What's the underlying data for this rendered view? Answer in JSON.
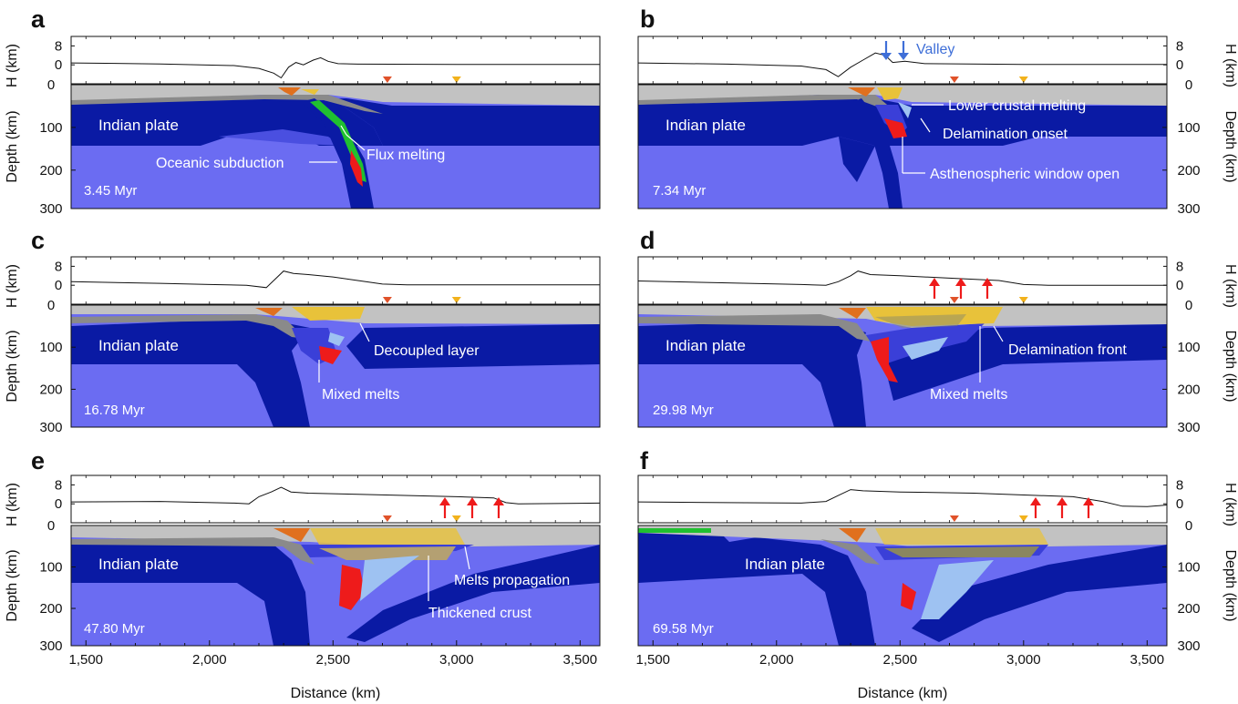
{
  "figure": {
    "x_axis_label": "Distance (km)",
    "x_ticks": [
      "1,500",
      "2,000",
      "2,500",
      "3,000",
      "3,500"
    ],
    "x_tick_values": [
      1500,
      2000,
      2500,
      3000,
      3500
    ],
    "x_range": [
      1440,
      3580
    ],
    "h_axis_label": "H (km)",
    "h_ticks": [
      "8",
      "0"
    ],
    "depth_axis_label": "Depth (km)",
    "depth_ticks": [
      "0",
      "100",
      "200",
      "300"
    ],
    "colors": {
      "mantle": "#6b6cf2",
      "lithosphere": "#0a1aa4",
      "crust": "#c2c2c2",
      "oceanic_crust": "#8a8a8a",
      "melt_red": "#ee1b1b",
      "sediment_orange": "#e0701e",
      "sediment_yellow": "#e8c23a",
      "flux_green": "#20c030",
      "light_blue": "#9ec2f2",
      "arrow_red": "#ee1b1b",
      "arrow_blue": "#3f6fd8",
      "marker_orange": "#e0522a",
      "marker_yellow": "#f2b21c"
    },
    "marker_positions_km": [
      2720,
      3000
    ]
  },
  "panels": [
    {
      "letter": "a",
      "time": "3.45 Myr",
      "plate_label": "Indian plate",
      "annotations": [
        "Flux melting",
        "Oceanic subduction"
      ],
      "topo_km": [
        [
          1440,
          0.8
        ],
        [
          1800,
          0.4
        ],
        [
          2100,
          -0.3
        ],
        [
          2200,
          -1.5
        ],
        [
          2260,
          -3.5
        ],
        [
          2290,
          -5.5
        ],
        [
          2320,
          -1
        ],
        [
          2350,
          1
        ],
        [
          2380,
          0
        ],
        [
          2420,
          2
        ],
        [
          2450,
          3
        ],
        [
          2480,
          1.5
        ],
        [
          2520,
          0.5
        ],
        [
          2600,
          0.3
        ],
        [
          3000,
          0.2
        ],
        [
          3580,
          0.2
        ]
      ]
    },
    {
      "letter": "b",
      "time": "7.34 Myr",
      "plate_label": "Indian plate",
      "annotations": [
        "Valley",
        "Lower crustal melting",
        "Delamination onset",
        "Asthenospheric window open"
      ],
      "topo_km": [
        [
          1440,
          0.8
        ],
        [
          1800,
          0.3
        ],
        [
          2100,
          -0.5
        ],
        [
          2200,
          -2
        ],
        [
          2250,
          -5
        ],
        [
          2300,
          -1
        ],
        [
          2350,
          2
        ],
        [
          2400,
          5
        ],
        [
          2440,
          4
        ],
        [
          2470,
          1
        ],
        [
          2520,
          1.5
        ],
        [
          2600,
          0.5
        ],
        [
          3000,
          0.2
        ],
        [
          3580,
          0.2
        ]
      ]
    },
    {
      "letter": "c",
      "time": "16.78 Myr",
      "plate_label": "Indian plate",
      "annotations": [
        "Decoupled layer",
        "Mixed melts"
      ],
      "topo_km": [
        [
          1440,
          1.5
        ],
        [
          1800,
          0.8
        ],
        [
          2000,
          0.3
        ],
        [
          2150,
          0
        ],
        [
          2230,
          -1
        ],
        [
          2270,
          3
        ],
        [
          2300,
          6
        ],
        [
          2340,
          5
        ],
        [
          2400,
          4.5
        ],
        [
          2500,
          3.5
        ],
        [
          2600,
          2
        ],
        [
          2700,
          0.5
        ],
        [
          2800,
          0.2
        ],
        [
          3580,
          0.2
        ]
      ]
    },
    {
      "letter": "d",
      "time": "29.98 Myr",
      "plate_label": "Indian plate",
      "annotations": [
        "Delamination front",
        "Mixed melts"
      ],
      "topo_km": [
        [
          1440,
          1.8
        ],
        [
          1800,
          1
        ],
        [
          2100,
          0.3
        ],
        [
          2200,
          0
        ],
        [
          2250,
          1.5
        ],
        [
          2300,
          4
        ],
        [
          2330,
          6
        ],
        [
          2380,
          4.5
        ],
        [
          2500,
          4
        ],
        [
          2700,
          3
        ],
        [
          2900,
          2
        ],
        [
          3000,
          0.3
        ],
        [
          3100,
          0
        ],
        [
          3580,
          0
        ]
      ]
    },
    {
      "letter": "e",
      "time": "47.80 Myr",
      "plate_label": "Indian plate",
      "annotations": [
        "Melts propagation",
        "Thickened crust"
      ],
      "topo_km": [
        [
          1440,
          0.8
        ],
        [
          1800,
          1
        ],
        [
          2100,
          0.3
        ],
        [
          2160,
          0
        ],
        [
          2200,
          3
        ],
        [
          2250,
          5
        ],
        [
          2290,
          7
        ],
        [
          2330,
          5
        ],
        [
          2400,
          4.5
        ],
        [
          2600,
          4
        ],
        [
          3000,
          3
        ],
        [
          3150,
          2.5
        ],
        [
          3200,
          0.5
        ],
        [
          3250,
          0
        ],
        [
          3580,
          0.3
        ]
      ]
    },
    {
      "letter": "f",
      "time": "69.58 Myr",
      "plate_label": "Indian plate",
      "annotations": [],
      "topo_km": [
        [
          1440,
          0.8
        ],
        [
          1800,
          0.5
        ],
        [
          2100,
          0.3
        ],
        [
          2200,
          1
        ],
        [
          2250,
          3.5
        ],
        [
          2300,
          6
        ],
        [
          2350,
          5.5
        ],
        [
          2500,
          5
        ],
        [
          2800,
          4.5
        ],
        [
          3200,
          3
        ],
        [
          3320,
          1
        ],
        [
          3400,
          -1
        ],
        [
          3500,
          -1.2
        ],
        [
          3580,
          -0.5
        ]
      ]
    }
  ]
}
